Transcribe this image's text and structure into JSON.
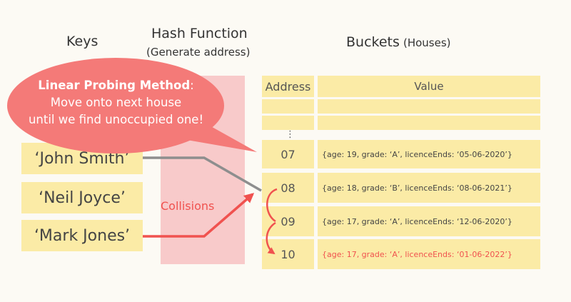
{
  "headers": {
    "keys": "Keys",
    "hash_function": "Hash Function",
    "hash_sub": "(Generate address)",
    "buckets": "Buckets",
    "buckets_sub": "(Houses)"
  },
  "keys": [
    "‘John Smith’",
    "‘Neil Joyce’",
    "‘Mark Jones’"
  ],
  "bubble": {
    "title": "Linear Probing Method",
    "colon": ":",
    "line2": "Move onto next house",
    "line3": "until we find unoccupied one!"
  },
  "collisions_label": "Collisions",
  "table": {
    "address_header": "Address",
    "value_header": "Value",
    "ellipsis": "⋮",
    "rows": [
      {
        "address": "07",
        "value": "{age: 19, grade: ‘A’,  licenceEnds: ‘05-06-2020’}"
      },
      {
        "address": "08",
        "value": "{age: 18, grade: ‘B’,  licenceEnds: ‘08-06-2021’}"
      },
      {
        "address": "09",
        "value": "{age: 17, grade: ‘A’,  licenceEnds: ‘12-06-2020’}"
      },
      {
        "address": "10",
        "value": "{age: 17, grade: ‘A’,  licenceEnds: ‘01-06-2022’}"
      }
    ]
  },
  "colors": {
    "bucket_fill": "#fbeba6",
    "hash_column": "#f8caca",
    "bubble": "#f47a78",
    "accent_red": "#f0524f",
    "arrow_gray": "#8e8e8e"
  }
}
